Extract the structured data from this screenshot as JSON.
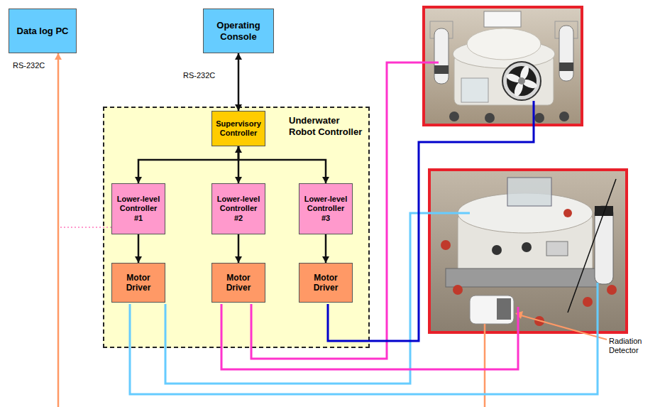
{
  "diagram": {
    "nodes": [
      {
        "text": [
          "Data log PC"
        ]
      },
      {
        "text": [
          "Operating Console"
        ]
      },
      {
        "text": [
          "Underwater Robot Controller"
        ]
      },
      {
        "text": [
          "Supervisory Controller"
        ],
        "in": 2
      },
      {
        "text": [
          "Lower-level Controller #1"
        ],
        "in": 2
      },
      {
        "text": [
          "Lower-level Controller #2"
        ],
        "in": 2
      },
      {
        "text": [
          "Lower-level Controller #3"
        ],
        "in": 2
      },
      {
        "text": [
          "Motor Driver"
        ],
        "in": 2
      },
      {
        "text": [
          "Motor Driver"
        ],
        "in": 2
      },
      {
        "text": [
          "Motor Driver"
        ],
        "in": 2
      }
    ],
    "edges": [
      {
        "from": 1,
        "to": 3,
        "arrow": "both"
      },
      {
        "from": 3,
        "to": 4,
        "arrow": "to"
      },
      {
        "from": 3,
        "to": 5,
        "arrow": "both"
      },
      {
        "from": 3,
        "to": 6,
        "arrow": "to"
      },
      {
        "from": 4,
        "to": 7,
        "arrow": "to"
      },
      {
        "from": 5,
        "to": 8,
        "arrow": "to"
      },
      {
        "from": 6,
        "to": 9,
        "arrow": "to"
      },
      {
        "from": 4,
        "to": 0,
        "arrow": "to"
      }
    ],
    "labels": [
      "RS-232C",
      "RS-232C",
      "Radiation Detector"
    ]
  }
}
